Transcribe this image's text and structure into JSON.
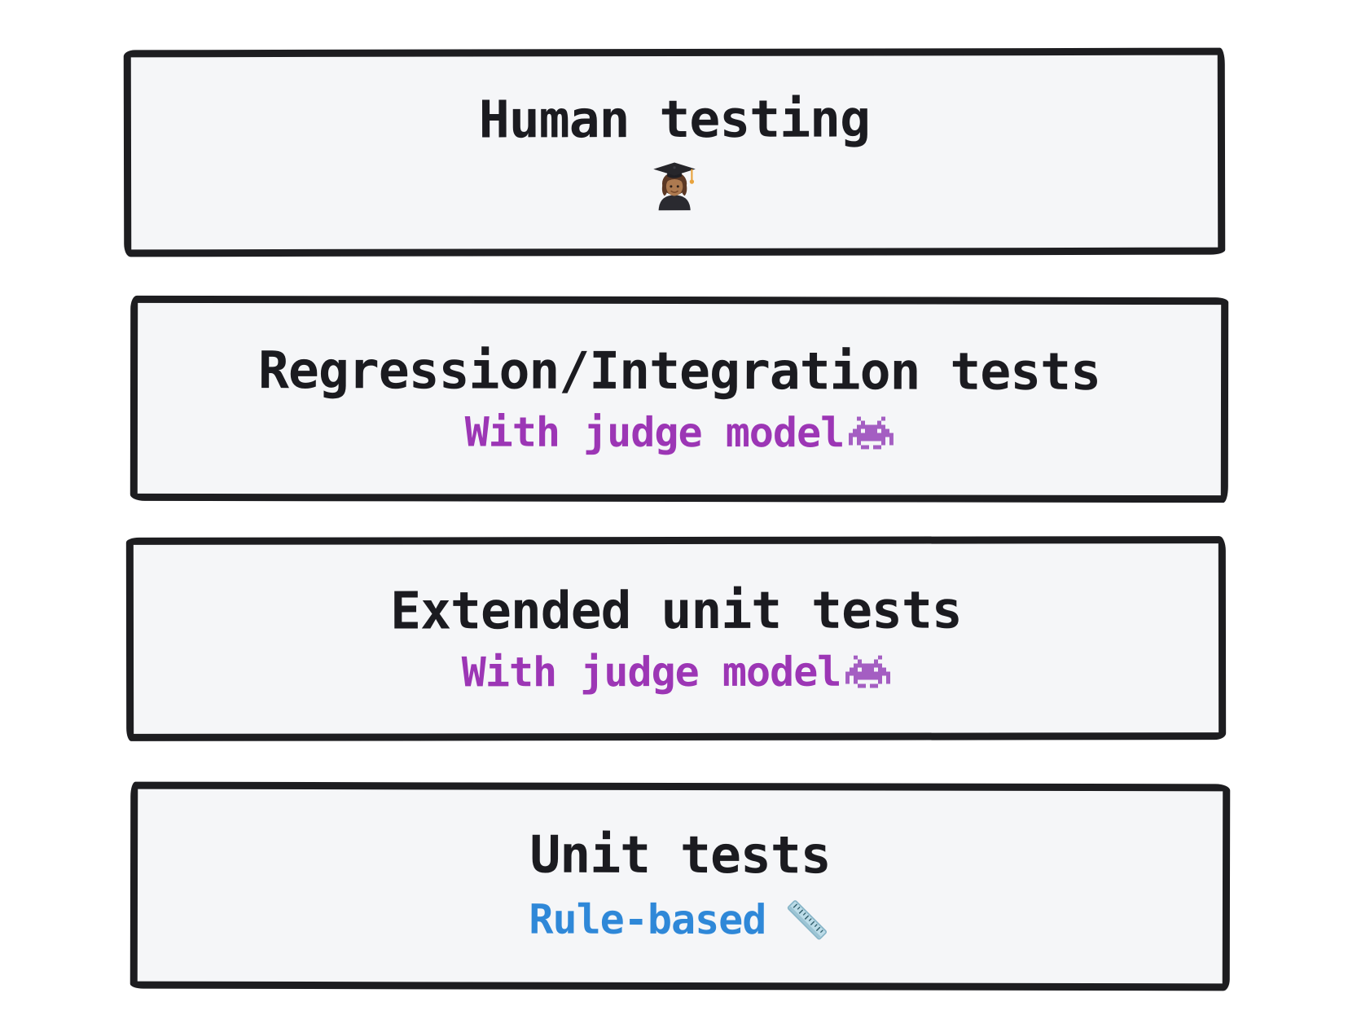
{
  "diagram": {
    "description": "Testing hierarchy stack",
    "colors": {
      "page_bg": "#ffffff",
      "box_fill": "#f5f6f8",
      "box_border": "#1d1d20",
      "title_color": "#1b1b20",
      "judge_accent": "#9c36b5",
      "rule_accent": "#2f88d8"
    },
    "boxes": [
      {
        "title": "Human testing",
        "subtitle": "",
        "icon": "person-student-emoji"
      },
      {
        "title": "Regression/Integration tests",
        "subtitle": "With judge model",
        "icon": "alien-monster-emoji"
      },
      {
        "title": "Extended unit tests",
        "subtitle": "With judge model",
        "icon": "alien-monster-emoji"
      },
      {
        "title": "Unit tests",
        "subtitle": "Rule-based",
        "icon": "straight-ruler-emoji"
      }
    ]
  }
}
